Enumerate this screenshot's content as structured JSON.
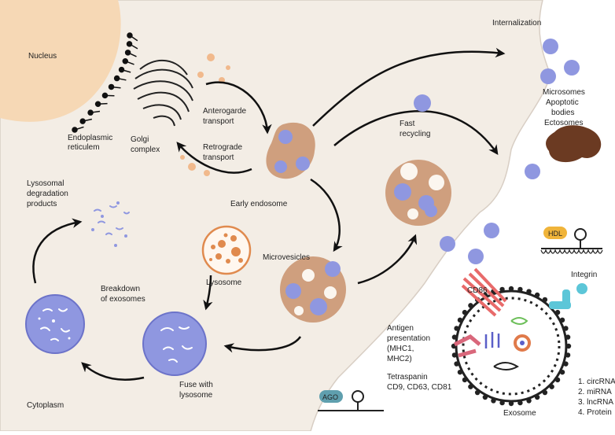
{
  "colors": {
    "cell": "#f3ede5",
    "nucleus": "#f6d8b5",
    "endosome": "#cf9f7e",
    "vesicle": "#8f97e0",
    "lysosome": "#e08a4e",
    "dark_brown": "#6b3a22",
    "circrna": "#e07a4a",
    "mirna": "#6dbf5a",
    "lncrna": "#5a5fc8",
    "protein": "#222222",
    "cd86": "#e86a6a",
    "integrin": "#5cc6d8",
    "antigen": "#d9677b",
    "hdl": "#f0b43a",
    "ago": "#5f9fae"
  },
  "labels": {
    "nucleus": "Nucleus",
    "er_1": "Endoplasmic",
    "er_2": "reticulem",
    "golgi_1": "Golgi",
    "golgi_2": "complex",
    "antero_1": "Anterogarde",
    "antero_2": "transport",
    "retro_1": "Retrograde",
    "retro_2": "transport",
    "early_endosome": "Early endosome",
    "internalization": "Internalization",
    "fast_1": "Fast",
    "fast_2": "recycling",
    "microsomes": "Microsomes",
    "apoptotic": "Apoptotic",
    "bodies": "bodies",
    "ectosomes": "Ectosomes",
    "lyso_deg_1": "Lysosomal",
    "lyso_deg_2": "degradation",
    "lyso_deg_3": "products",
    "lysosome": "Lysosome",
    "microvesicles": "Microvesicles",
    "breakdown_1": "Breakdown",
    "breakdown_2": "of exosomes",
    "fuse_1": "Fuse with",
    "fuse_2": "lysosome",
    "cytoplasm": "Cytoplasm",
    "hdl": "HDL",
    "cd86": "CD86",
    "integrin": "Integrin",
    "antigen_1": "Antigen",
    "antigen_2": "presentation",
    "antigen_3": "(MHC1,",
    "antigen_4": "MHC2)",
    "tetra_1": "Tetraspanin",
    "tetra_2": "CD9, CD63, CD81",
    "ago": "AGO",
    "exosome": "Exosome",
    "cargo_1": "1. circRNAs",
    "cargo_2": "2. miRNA",
    "cargo_3": "3. lncRNA",
    "cargo_4": "4. Protein"
  }
}
